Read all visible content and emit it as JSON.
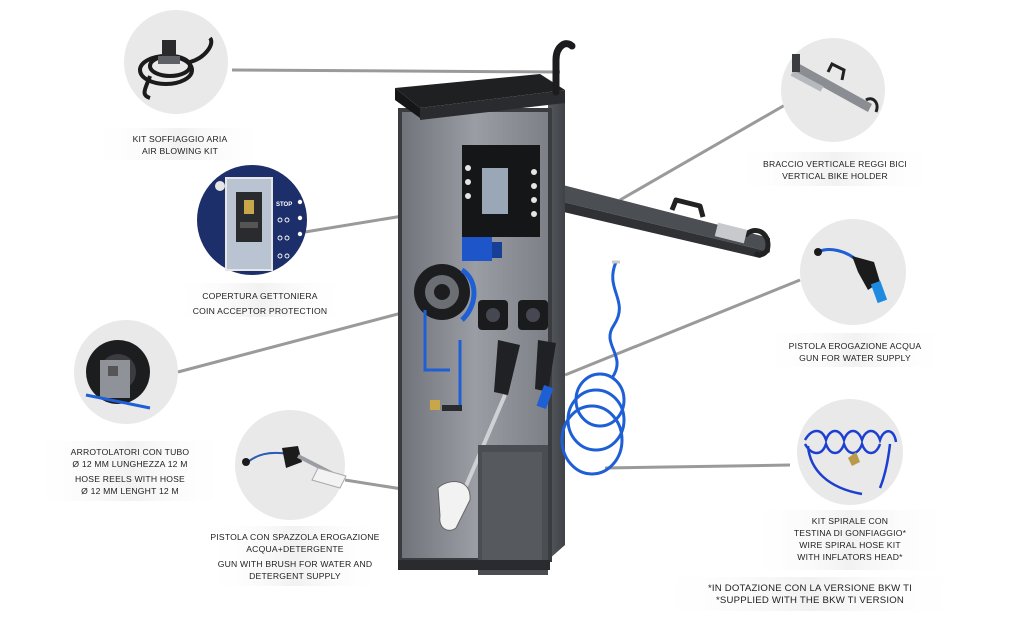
{
  "callouts": {
    "air_kit": {
      "lines_it": [
        "KIT SOFFIAGGIO ARIA"
      ],
      "lines_en": [
        "AIR BLOWING KIT"
      ],
      "icon": "air-blowing-hose-icon"
    },
    "coin_cover": {
      "lines_it": [
        "COPERTURA GETTONIERA"
      ],
      "lines_en": [
        "COIN ACCEPTOR PROTECTION"
      ],
      "icon": "coin-acceptor-panel-icon",
      "panel_text": "STOP"
    },
    "hose_reels": {
      "lines_it": [
        "ARROTOLATORI CON TUBO",
        "Ø 12 mm LUNGHEZZA 12 m"
      ],
      "lines_en": [
        "HOSE REELS WITH HOSE",
        "Ø 12 mm LENGHT 12 m"
      ],
      "icon": "hose-reel-icon"
    },
    "brush_gun": {
      "lines_it": [
        "PISTOLA CON SPAZZOLA EROGAZIONE",
        "ACQUA+DETERGENTE"
      ],
      "lines_en": [
        "GUN WITH BRUSH FOR WATER AND",
        "DETERGENT SUPPLY"
      ],
      "icon": "brush-gun-icon"
    },
    "bike_holder": {
      "lines_it": [
        "BRACCIO VERTICALE REGGI BICI"
      ],
      "lines_en": [
        "VERTICAL BIKE HOLDER"
      ],
      "icon": "bike-holder-arm-icon"
    },
    "water_gun": {
      "lines_it": [
        "PISTOLA EROGAZIONE ACQUA"
      ],
      "lines_en": [
        "GUN FOR WATER SUPPLY"
      ],
      "icon": "water-gun-icon"
    },
    "spiral_kit": {
      "lines_it": [
        "KIT SPIRALE CON",
        "TESTINA DI GONFIAGGIO*"
      ],
      "lines_en": [
        "WIRE SPIRAL HOSE KIT",
        "WITH INFLATORS HEAD*"
      ],
      "icon": "spiral-hose-icon"
    }
  },
  "footnote": {
    "lines": [
      "*IN DOTAZIONE CON LA VERSIONE BKW TI",
      "*SUPPLIED WITH THE BKW TI VERSION"
    ]
  },
  "colors": {
    "circle_bg": "#e9e9e9",
    "leader_line": "#9a9a9a",
    "hose_blue": "#1e5fd6",
    "cabinet_dark": "#2f3033",
    "cabinet_glass": "#8c9096",
    "panel_navy": "#1d2f6b"
  }
}
